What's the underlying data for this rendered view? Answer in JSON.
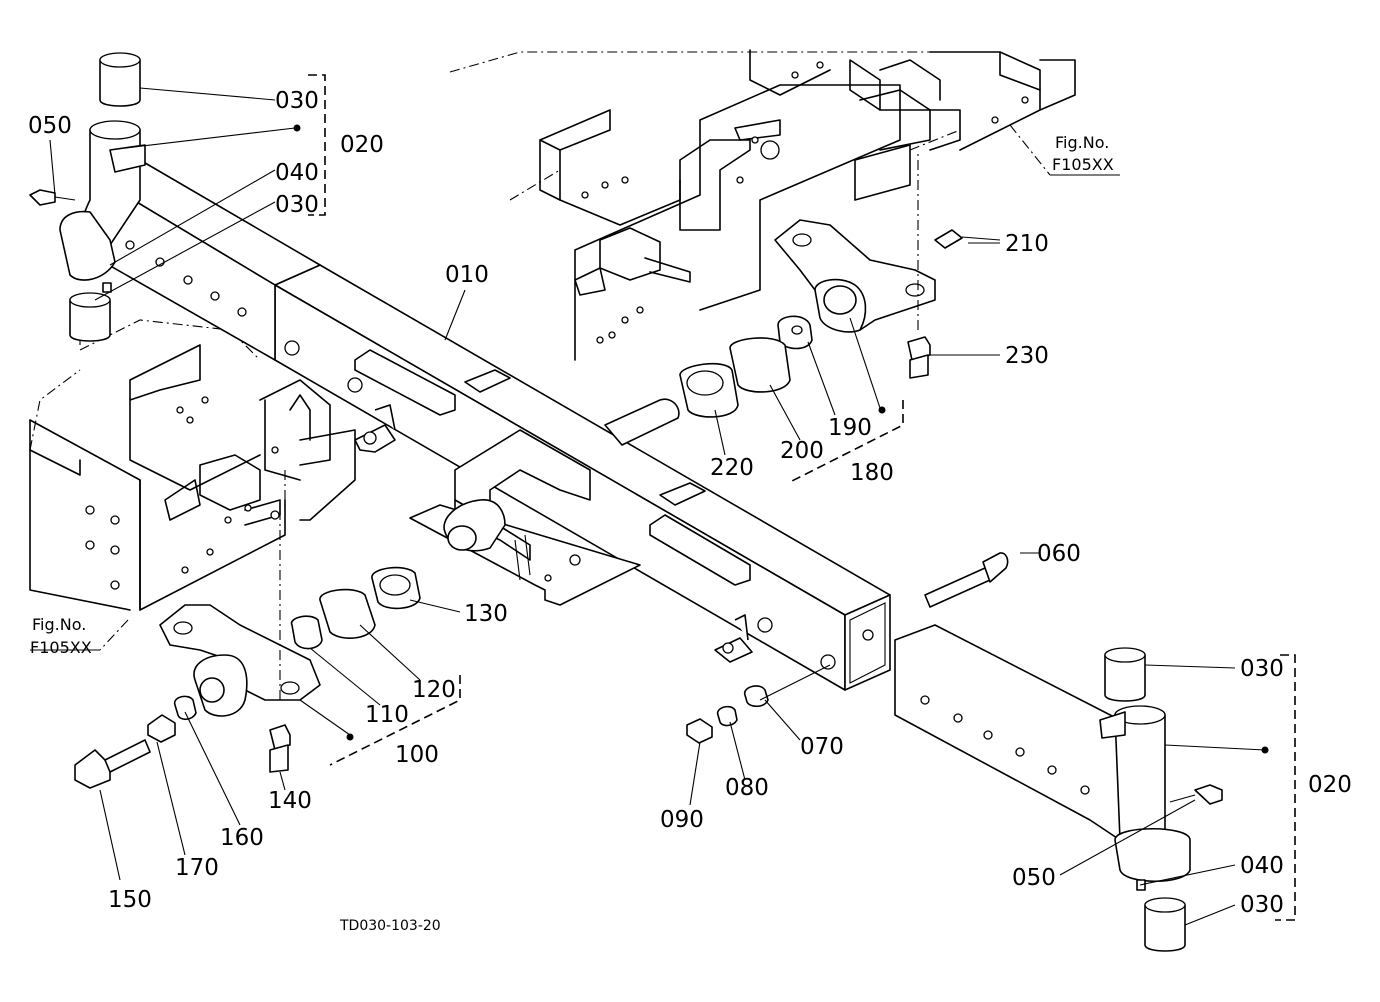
{
  "labels": {
    "p010": "010",
    "p020_top": "020",
    "p020_right": "020",
    "p030_a": "030",
    "p030_b": "030",
    "p030_c": "030",
    "p030_d": "030",
    "p040_top": "040",
    "p040_right": "040",
    "p050_top": "050",
    "p050_right": "050",
    "p060": "060",
    "p070": "070",
    "p080": "080",
    "p090": "090",
    "p100": "100",
    "p110": "110",
    "p120": "120",
    "p130": "130",
    "p140": "140",
    "p150": "150",
    "p160": "160",
    "p170": "170",
    "p180": "180",
    "p190": "190",
    "p200": "200",
    "p210": "210",
    "p220": "220",
    "p230": "230"
  },
  "fig_refs": {
    "right": {
      "line1": "Fig.No.",
      "line2": "F105XX"
    },
    "left": {
      "line1": "Fig.No.",
      "line2": "F105XX"
    }
  },
  "drawing_code": "TD030-103-20"
}
